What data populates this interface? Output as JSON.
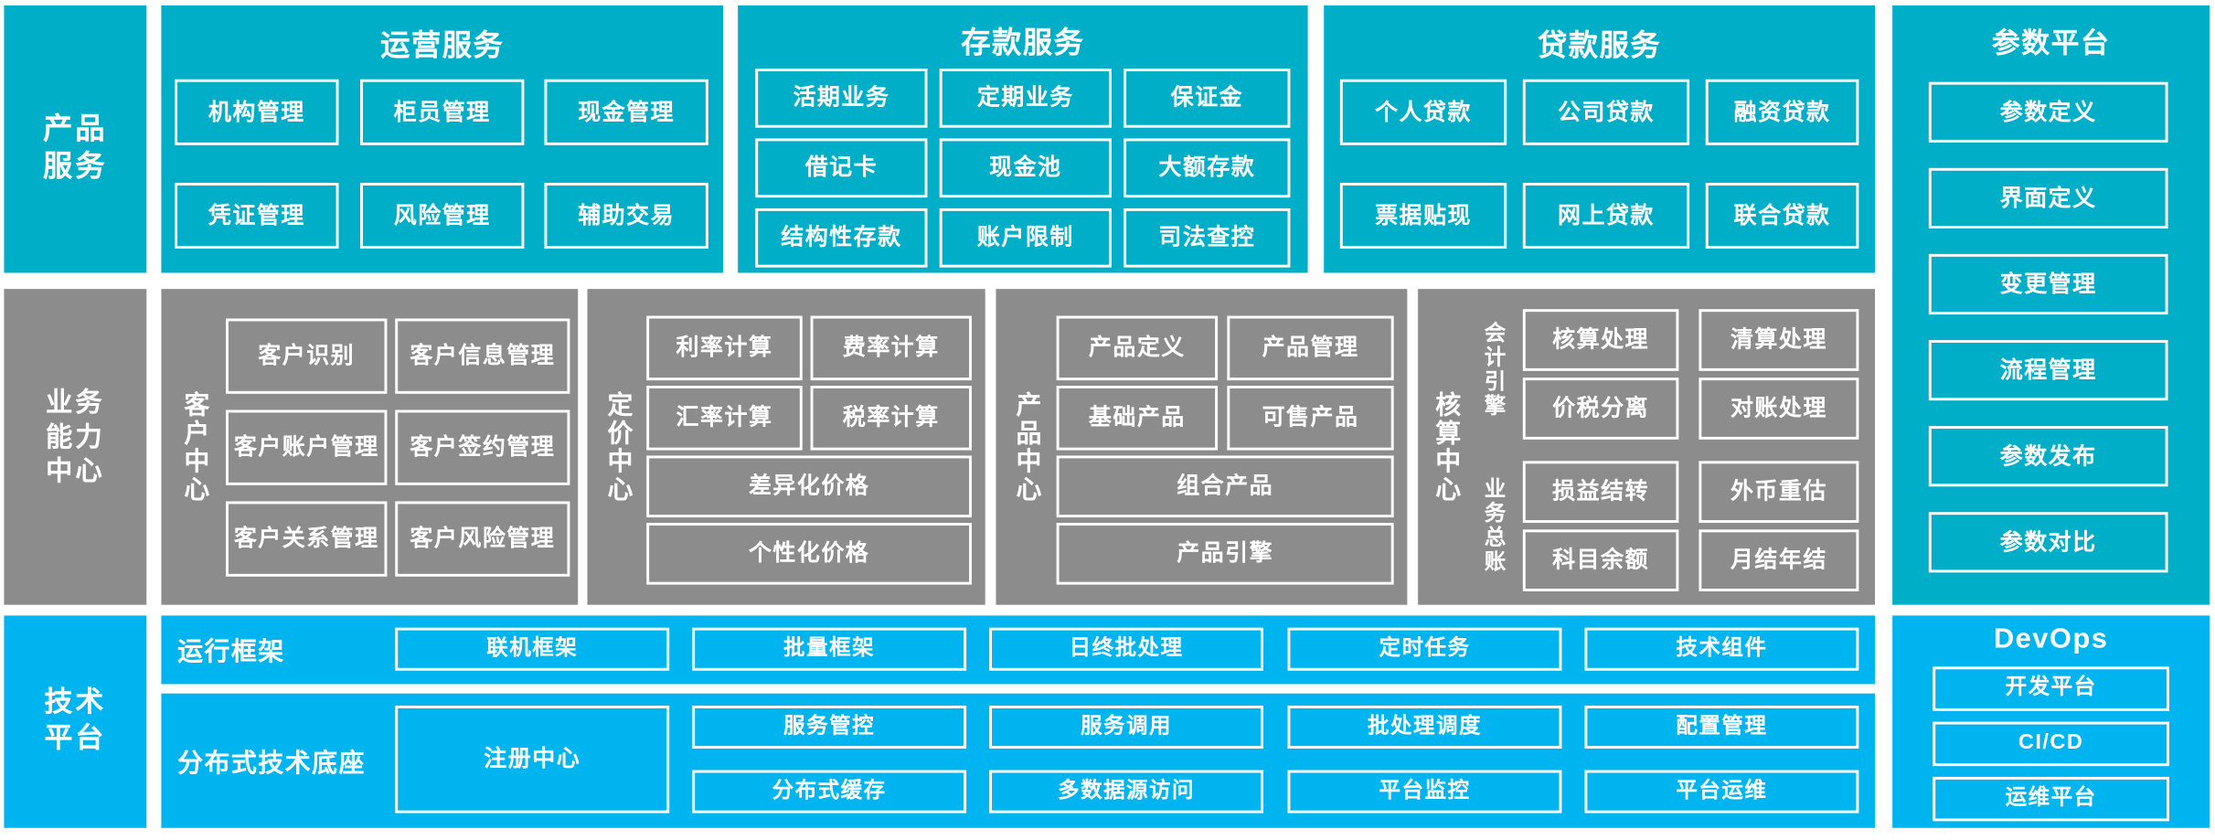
{
  "colors": {
    "teal": "#00AEC7",
    "blue": "#00B4F0",
    "gray": "#8C8C8C",
    "white": "#FFFFFF"
  },
  "rails": {
    "product": "产品\n服务",
    "capability": "业务\n能力\n中心",
    "technology": "技术\n平台"
  },
  "product_services": {
    "groups": [
      {
        "title": "运营服务",
        "items": [
          "机构管理",
          "柜员管理",
          "现金管理",
          "凭证管理",
          "风险管理",
          "辅助交易"
        ]
      },
      {
        "title": "存款服务",
        "items": [
          "活期业务",
          "定期业务",
          "保证金",
          "借记卡",
          "现金池",
          "大额存款",
          "结构性存款",
          "账户限制",
          "司法查控"
        ]
      },
      {
        "title": "贷款服务",
        "items": [
          "个人贷款",
          "公司贷款",
          "融资贷款",
          "票据贴现",
          "网上贷款",
          "联合贷款"
        ]
      }
    ]
  },
  "capability_centers": [
    {
      "name": "客户中心",
      "items": [
        "客户识别",
        "客户信息管理",
        "客户账户管理",
        "客户签约管理",
        "客户关系管理",
        "客户风险管理"
      ]
    },
    {
      "name": "定价中心",
      "top_items": [
        "利率计算",
        "费率计算",
        "汇率计算",
        "税率计算"
      ],
      "wide_items": [
        "差异化价格",
        "个性化价格"
      ]
    },
    {
      "name": "产品中心",
      "top_items": [
        "产品定义",
        "产品管理",
        "基础产品",
        "可售产品"
      ],
      "wide_items": [
        "组合产品",
        "产品引擎"
      ]
    },
    {
      "name": "核算中心",
      "subgroups": [
        {
          "label": "会计引擎",
          "items": [
            "核算处理",
            "清算处理",
            "价税分离",
            "对账处理"
          ]
        },
        {
          "label": "业务总账",
          "items": [
            "损益结转",
            "外币重估",
            "科目余额",
            "月结年结"
          ]
        }
      ]
    }
  ],
  "technology_platform": {
    "runtime_framework": {
      "label": "运行框架",
      "items": [
        "联机框架",
        "批量框架",
        "日终批处理",
        "定时任务",
        "技术组件"
      ]
    },
    "distributed_base": {
      "label": "分布式技术底座",
      "registry": "注册中心",
      "columns": [
        {
          "top": "服务管控",
          "bottom": "分布式缓存"
        },
        {
          "top": "服务调用",
          "bottom": "多数据源访问"
        },
        {
          "top": "批处理调度",
          "bottom": "平台监控"
        },
        {
          "top": "配置管理",
          "bottom": "平台运维"
        }
      ]
    }
  },
  "parameter_platform": {
    "title": "参数平台",
    "items": [
      "参数定义",
      "界面定义",
      "变更管理",
      "流程管理",
      "参数发布",
      "参数对比"
    ]
  },
  "devops": {
    "title": "DevOps",
    "items": [
      "开发平台",
      "CI/CD",
      "运维平台"
    ]
  }
}
